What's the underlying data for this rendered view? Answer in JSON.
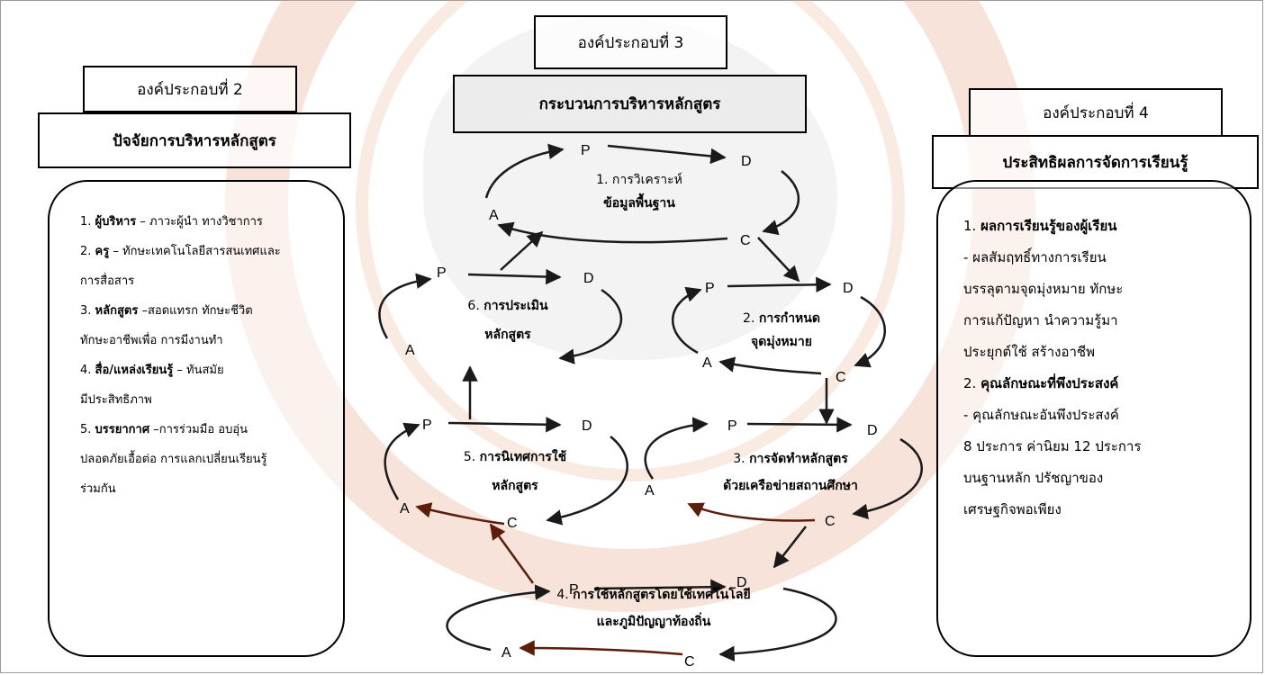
{
  "component2": {
    "title": "องค์ประกอบที่ 2",
    "subtitle": "ปัจจัยการบริหารหลักสูตร",
    "items": [
      {
        "num": "1. ",
        "head": "ผู้บริหาร",
        "rest": " – ภาวะผู้นำ ทางวิชาการ"
      },
      {
        "num": "2. ",
        "head": "ครู",
        "rest": " – ทักษะเทคโนโลยีสารสนเทศและ"
      },
      {
        "num": "",
        "head": "",
        "rest": "การสื่อสาร"
      },
      {
        "num": "3. ",
        "head": "หลักสูตร",
        "rest": " –สอดแทรก ทักษะชีวิต"
      },
      {
        "num": "",
        "head": "",
        "rest": "ทักษะอาชีพเพื่อ การมีงานทำ"
      },
      {
        "num": "4. ",
        "head": "สื่อ/แหล่งเรียนรู้",
        "rest": " – ทันสมัย"
      },
      {
        "num": "",
        "head": "",
        "rest": " มีประสิทธิภาพ"
      },
      {
        "num": "5. ",
        "head": "บรรยากาศ",
        "rest": " –การร่วมมือ อบอุ่น"
      },
      {
        "num": "",
        "head": "",
        "rest": "ปลอดภัยเอื้อต่อ การแลกเปลี่ยนเรียนรู้"
      },
      {
        "num": "",
        "head": "",
        "rest": "ร่วมกัน"
      }
    ]
  },
  "component3": {
    "title": "องค์ประกอบที่ 3",
    "subtitle": "กระบวนการบริหารหลักสูตร",
    "cycles": [
      {
        "line1_num": "1. ",
        "line1": "การวิเคราะห์",
        "line2": "ข้อมูลพื้นฐาน"
      },
      {
        "line1_num": "2. ",
        "line1": "การกำหนด",
        "line2": "จุดมุ่งหมาย"
      },
      {
        "line1_num": "3. ",
        "line1": "การจัดทำหลักสูตร",
        "line2": "ด้วยเครือข่ายสถานศึกษา"
      },
      {
        "line1_num": "4. ",
        "line1": "การใช้หลักสูตรโดยใช้เทคโนโลยี",
        "line2": "และภูมิปัญญาท้องถิ่น"
      },
      {
        "line1_num": "5. ",
        "line1": "การนิเทศการใช้",
        "line2": "หลักสูตร"
      },
      {
        "line1_num": "6. ",
        "line1": "การประเมิน",
        "line2": "หลักสูตร"
      }
    ],
    "letters": {
      "p": "P",
      "d": "D",
      "c": "C",
      "a": "A"
    }
  },
  "component4": {
    "title": "องค์ประกอบที่ 4",
    "subtitle": "ประสิทธิผลการจัดการเรียนรู้",
    "items": [
      {
        "num": "1. ",
        "head": "ผลการเรียนรู้ของผู้เรียน",
        "rest": ""
      },
      {
        "num": "",
        "head": "",
        "rest": " - ผลสัมฤทธิ์ทางการเรียน"
      },
      {
        "num": "",
        "head": "",
        "rest": "บรรลุตามจุดมุ่งหมาย ทักษะ"
      },
      {
        "num": "",
        "head": "",
        "rest": "การแก้ปัญหา  นำความรู้มา"
      },
      {
        "num": "",
        "head": "",
        "rest": "ประยุกต์ใช้ สร้างอาชีพ"
      },
      {
        "num": "2. ",
        "head": "คุณลักษณะที่พึงประสงค์",
        "rest": ""
      },
      {
        "num": "",
        "head": "",
        "rest": " - คุณลักษณะอันพึงประสงค์"
      },
      {
        "num": "",
        "head": "",
        "rest": " 8 ประการ ค่านิยม 12  ประการ"
      },
      {
        "num": "",
        "head": "",
        "rest": "บนฐานหลัก ปรัชญาของ"
      },
      {
        "num": "",
        "head": "",
        "rest": "เศรษฐกิจพอเพียง"
      }
    ]
  },
  "colors": {
    "arrow": "#1a1a1a",
    "arrow_brown": "#5a1e0a",
    "watermark": "#e8aa8c",
    "header_fill": "#ececec"
  }
}
